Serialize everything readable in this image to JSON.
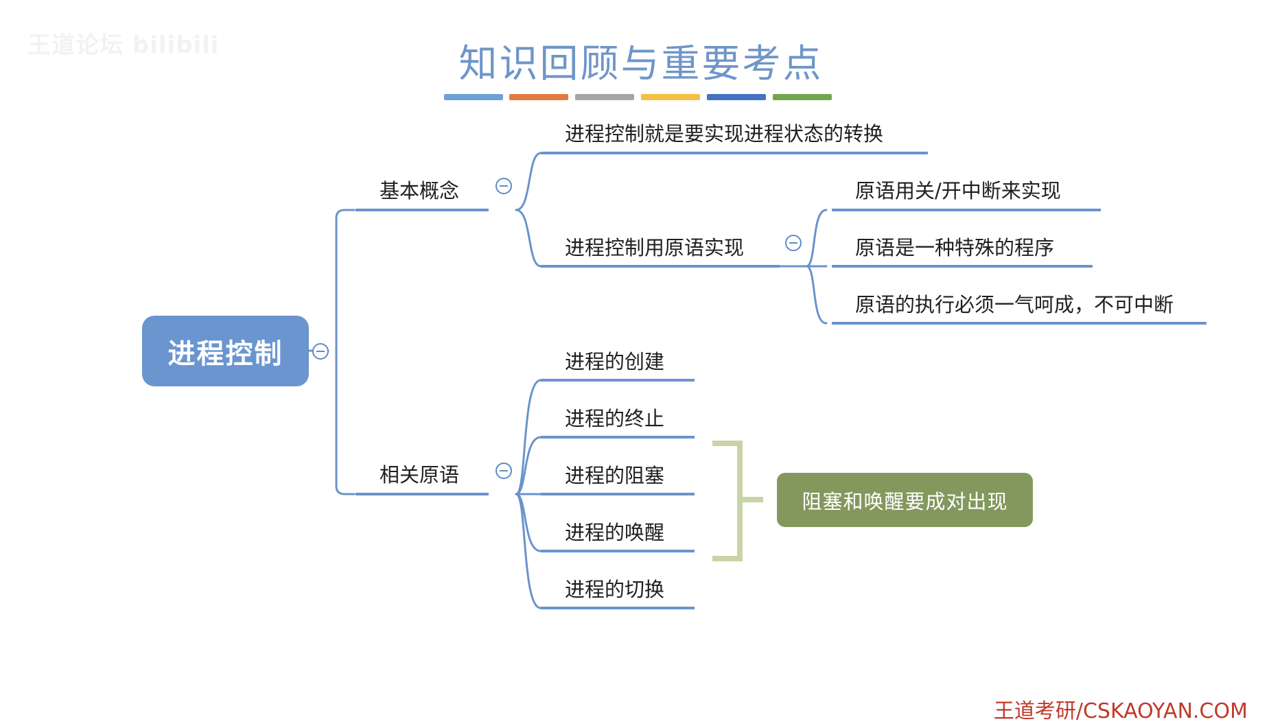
{
  "watermark": "王道论坛 bilibili",
  "title": "知识回顾与重要考点",
  "color_bars": [
    "#6f9fd8",
    "#e07c3e",
    "#a5a5a5",
    "#f4bf42",
    "#4472c4",
    "#72a84b"
  ],
  "root": "进程控制",
  "branches": {
    "basic_concept": {
      "label": "基本概念",
      "items": [
        "进程控制就是要实现进程状态的转换",
        "进程控制用原语实现"
      ],
      "primitive_details": [
        "原语用关/开中断来实现",
        "原语是一种特殊的程序",
        "原语的执行必须一气呵成，不可中断"
      ]
    },
    "related_primitives": {
      "label": "相关原语",
      "items": [
        "进程的创建",
        "进程的终止",
        "进程的阻塞",
        "进程的唤醒",
        "进程的切换"
      ]
    }
  },
  "callout": "阻塞和唤醒要成对出现",
  "footer": "王道考研/CSKAOYAN.COM",
  "colors": {
    "line": "#6a93cc",
    "root_fill": "#6a95cf",
    "title": "#6f95c9",
    "callout_fill": "#82985d",
    "bracket": "#c9d3a8",
    "footer": "#c0392b"
  }
}
